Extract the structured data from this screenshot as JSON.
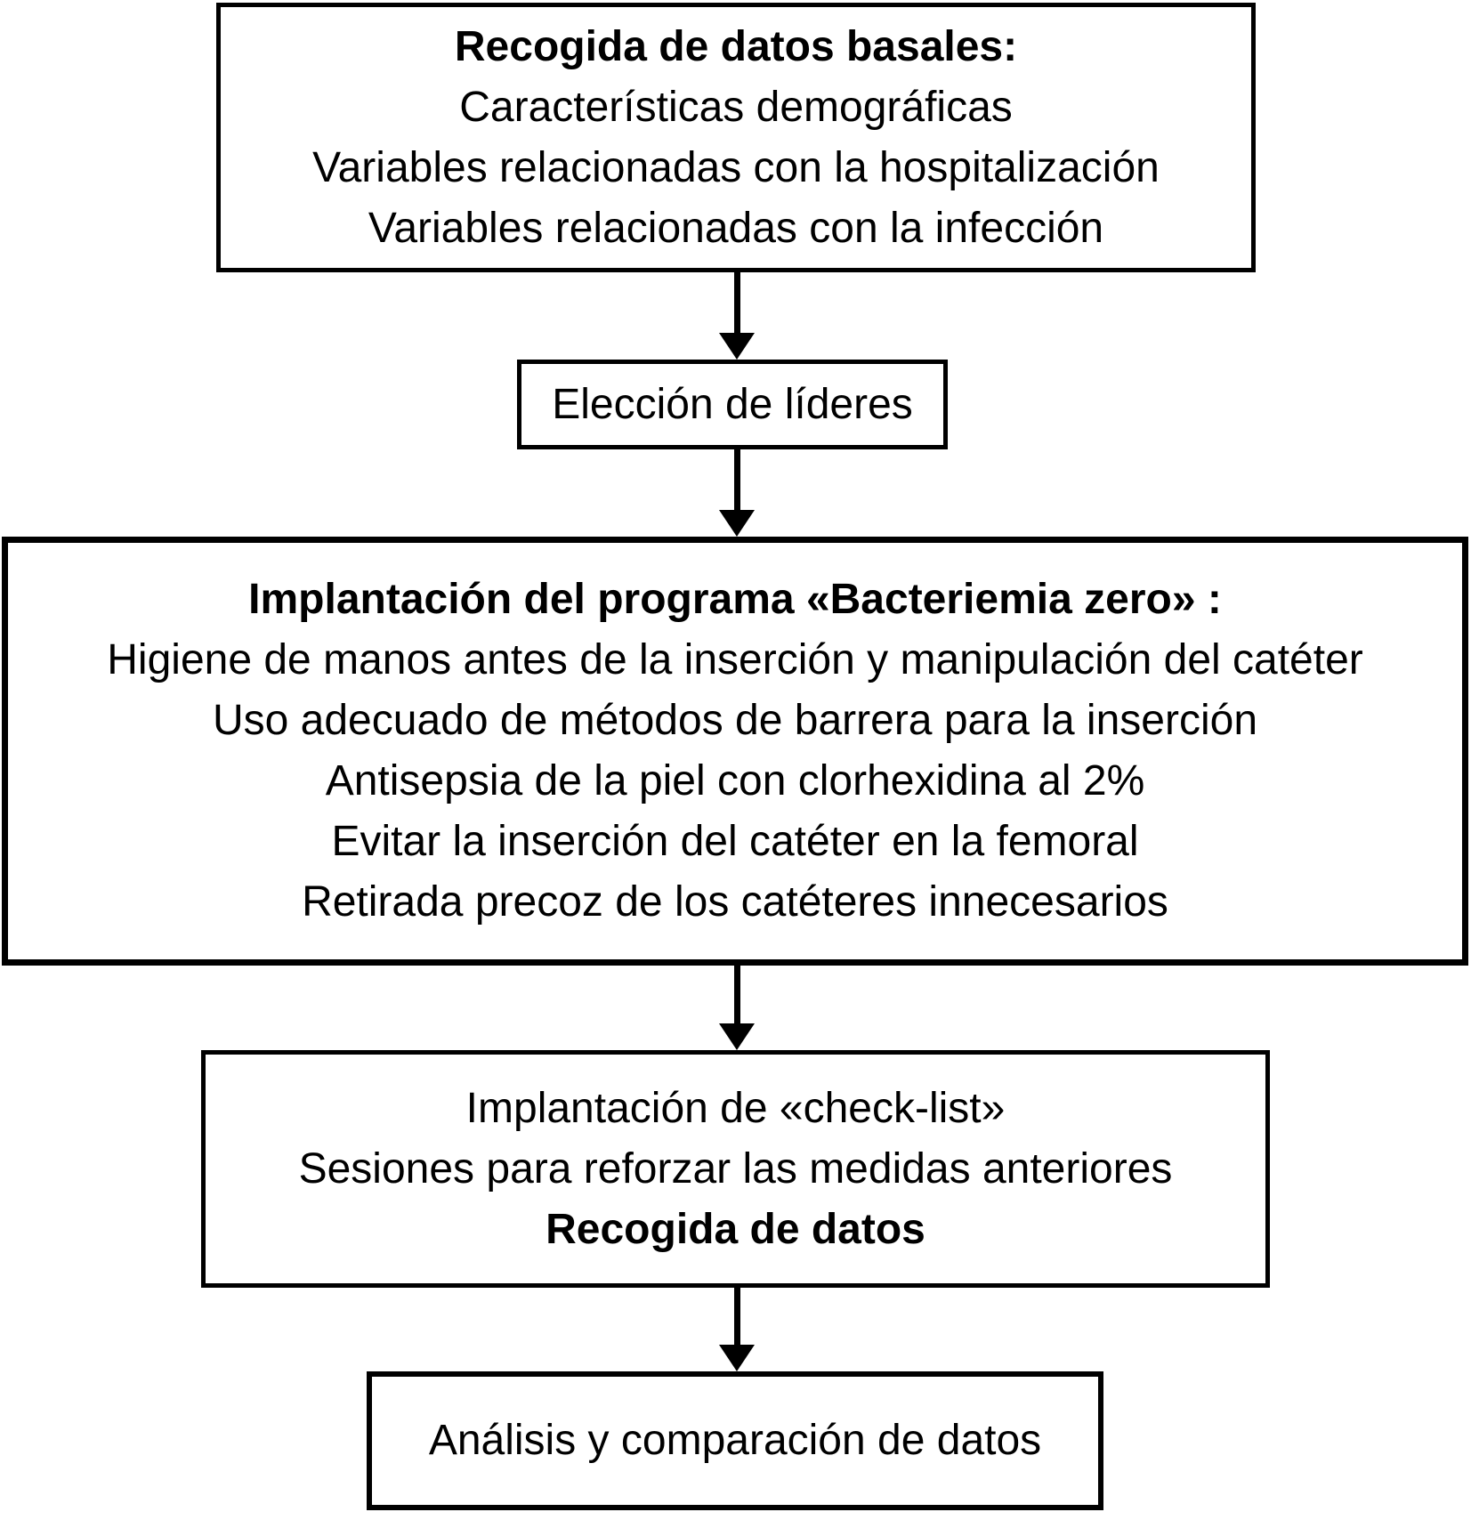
{
  "diagram": {
    "type": "flowchart",
    "direction": "top-down",
    "colors": {
      "background": "#ffffff",
      "border": "#000000",
      "text": "#000000"
    },
    "nodes": [
      {
        "id": "datos-basales",
        "lines": [
          {
            "text": "Recogida de datos basales:",
            "bold": true
          },
          {
            "text": "Características demográficas",
            "bold": false
          },
          {
            "text": "Variables relacionadas con la hospitalización",
            "bold": false
          },
          {
            "text": "Variables relacionadas con la infección",
            "bold": false
          }
        ]
      },
      {
        "id": "eleccion-lideres",
        "lines": [
          {
            "text": "Elección de líderes",
            "bold": false
          }
        ]
      },
      {
        "id": "bacteriemia-zero",
        "lines": [
          {
            "text": "Implantación del programa «Bacteriemia zero» :",
            "bold": true
          },
          {
            "text": "Higiene de manos antes de la inserción y manipulación del catéter",
            "bold": false
          },
          {
            "text": "Uso adecuado de métodos de barrera para la inserción",
            "bold": false
          },
          {
            "text": "Antisepsia de la piel con clorhexidina al 2%",
            "bold": false
          },
          {
            "text": "Evitar la inserción del catéter en la femoral",
            "bold": false
          },
          {
            "text": "Retirada precoz de los catéteres innecesarios",
            "bold": false
          }
        ]
      },
      {
        "id": "checklist",
        "lines": [
          {
            "text": "Implantación de «check-list»",
            "bold": false
          },
          {
            "text": "Sesiones para reforzar las medidas anteriores",
            "bold": false
          },
          {
            "text": "Recogida de datos",
            "bold": true
          }
        ]
      },
      {
        "id": "analisis",
        "lines": [
          {
            "text": "Análisis y comparación de datos",
            "bold": false
          }
        ]
      }
    ],
    "edges": [
      {
        "from": "datos-basales",
        "to": "eleccion-lideres"
      },
      {
        "from": "eleccion-lideres",
        "to": "bacteriemia-zero"
      },
      {
        "from": "bacteriemia-zero",
        "to": "checklist"
      },
      {
        "from": "checklist",
        "to": "analisis"
      }
    ]
  }
}
